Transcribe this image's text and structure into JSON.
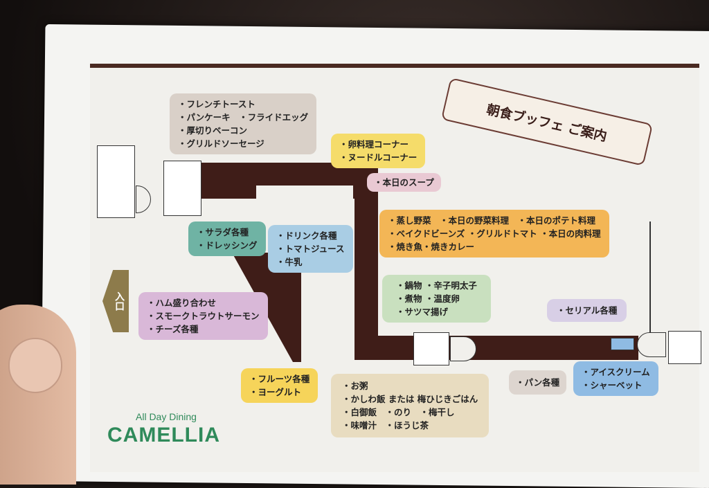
{
  "title": "朝食ブッフェ ご案内",
  "entrance": "入口",
  "logo": {
    "tagline": "All Day Dining",
    "name": "CAMELLIA"
  },
  "bubbles": {
    "western": [
      "・フレンチトースト",
      "・パンケーキ　・フライドエッグ",
      "・厚切りベーコン",
      "・グリルドソーセージ"
    ],
    "egg_noodle": [
      "・卵料理コーナー",
      "・ヌードルコーナー"
    ],
    "soup": [
      "・本日のスープ"
    ],
    "hot": [
      "・蒸し野菜　・本日の野菜料理　・本日のポテト料理",
      "・ベイクドビーンズ ・グリルドトマト ・本日の肉料理",
      "・焼き魚・焼きカレー"
    ],
    "japanese": [
      "・鍋物 ・辛子明太子",
      "・煮物 ・温度卵",
      "・サツマ揚げ"
    ],
    "salad": [
      "・サラダ各種",
      "・ドレッシング"
    ],
    "drinks": [
      "・ドリンク各種",
      "・トマトジュース",
      "・牛乳"
    ],
    "cold": [
      "・ハム盛り合わせ",
      "・スモークトラウトサーモン",
      "・チーズ各種"
    ],
    "fruit": [
      "・フルーツ各種",
      "・ヨーグルト"
    ],
    "rice": [
      "・お粥",
      "・かしわ飯 または 梅ひじきごはん",
      "・白御飯　・のり　・梅干し",
      "・味噌汁　・ほうじ茶"
    ],
    "bread": [
      "・パン各種"
    ],
    "dessert": [
      "・アイスクリーム",
      "・シャーベット"
    ],
    "cereal": [
      "・セリアル各種"
    ]
  }
}
